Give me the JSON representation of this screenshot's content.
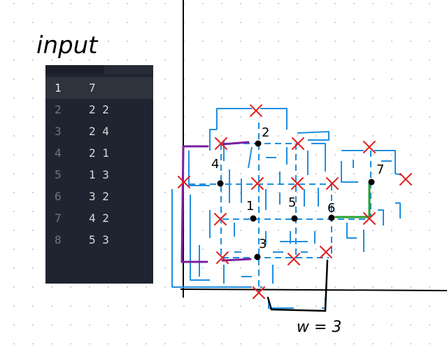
{
  "heading": "input",
  "input_lines": [
    {
      "no": "1",
      "text": "7"
    },
    {
      "no": "2",
      "text": "2 2"
    },
    {
      "no": "3",
      "text": "2 4"
    },
    {
      "no": "4",
      "text": "2 1"
    },
    {
      "no": "5",
      "text": "1 3"
    },
    {
      "no": "6",
      "text": "3 2"
    },
    {
      "no": "7",
      "text": "4 2"
    },
    {
      "no": "8",
      "text": "5 3"
    }
  ],
  "node_labels": [
    "1",
    "2",
    "3",
    "4",
    "5",
    "6",
    "7"
  ],
  "width_annotation": "w = 3",
  "colors": {
    "editor_bg": "#1f2430",
    "boundary": "#1f8fe0",
    "cross": "#e02020",
    "highlight_left": "#7a1fa0",
    "highlight_right": "#28a028",
    "ink": "#000000"
  }
}
